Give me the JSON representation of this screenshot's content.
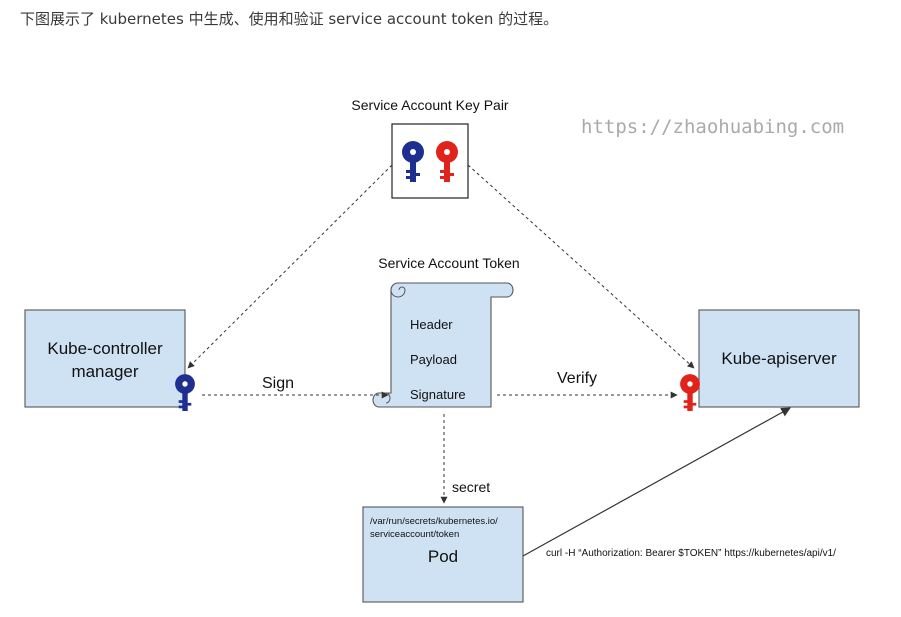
{
  "intro_text": "下图展示了 kubernetes 中生成、使用和验证 service account token 的过程。",
  "watermark": "https://zhaohuabing.com",
  "key_pair_label": "Service Account Key Pair",
  "token": {
    "label": "Service Account Token",
    "fields": [
      "Header",
      "Payload",
      "Signature"
    ]
  },
  "controller": {
    "line1": "Kube-controller",
    "line2": "manager"
  },
  "apiserver": {
    "label": "Kube-apiserver"
  },
  "pod": {
    "path_line1": "/var/run/secrets/kubernetes.io/",
    "path_line2": "serviceaccount/token",
    "label": "Pod"
  },
  "edges": {
    "sign": "Sign",
    "verify": "Verify",
    "secret": "secret",
    "curl": "curl -H “Authorization: Bearer $TOKEN” https://kubernetes/api/v1/"
  },
  "colors": {
    "box_fill": "#cfe2f3",
    "box_stroke": "#555555",
    "private_key": "#1f2f8f",
    "public_key": "#e0231b"
  }
}
